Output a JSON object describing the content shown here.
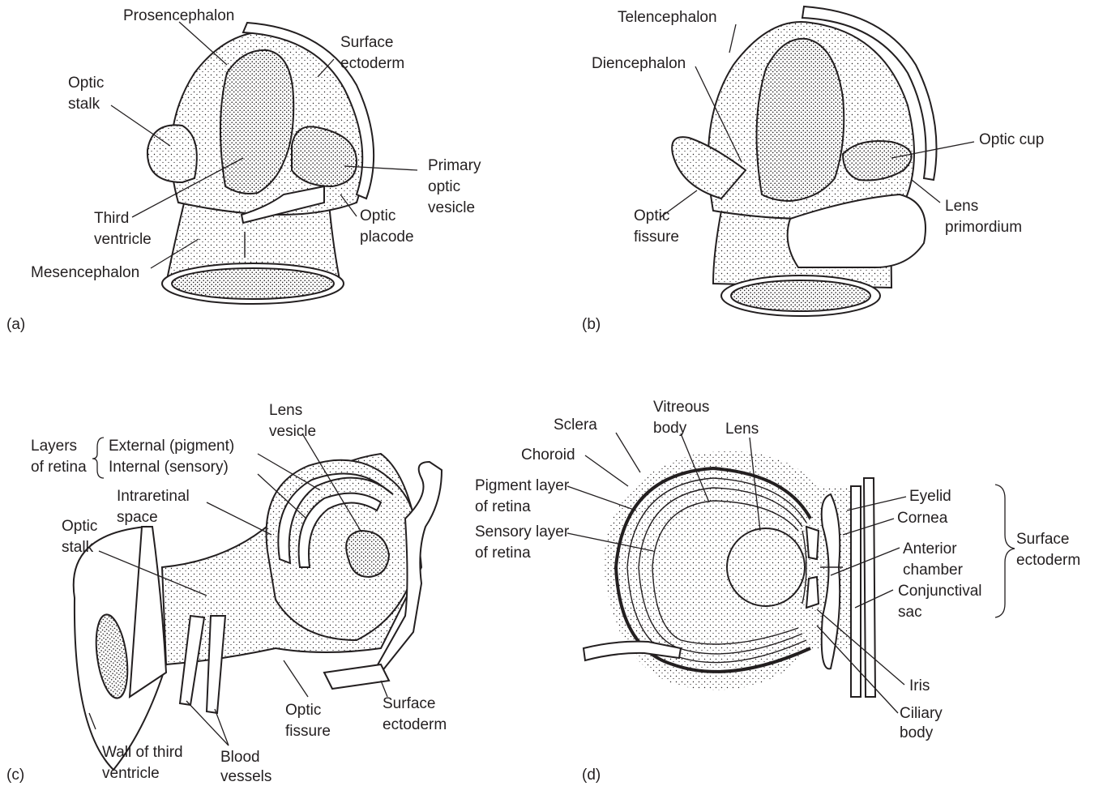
{
  "panels": {
    "a": {
      "letter": "(a)",
      "labels": {
        "prosencephalon": "Prosencephalon",
        "surface_ectoderm_1": "Surface",
        "surface_ectoderm_2": "ectoderm",
        "optic_stalk_1": "Optic",
        "optic_stalk_2": "stalk",
        "primary_optic_vesicle_1": "Primary",
        "primary_optic_vesicle_2": "optic",
        "primary_optic_vesicle_3": "vesicle",
        "third_ventricle_1": "Third",
        "third_ventricle_2": "ventricle",
        "optic_placode_1": "Optic",
        "optic_placode_2": "placode",
        "mesencephalon": "Mesencephalon"
      }
    },
    "b": {
      "letter": "(b)",
      "labels": {
        "telencephalon": "Telencephalon",
        "diencephalon": "Diencephalon",
        "optic_cup": "Optic cup",
        "lens_primordium_1": "Lens",
        "lens_primordium_2": "primordium",
        "optic_fissure_1": "Optic",
        "optic_fissure_2": "fissure"
      }
    },
    "c": {
      "letter": "(c)",
      "labels": {
        "lens_vesicle_1": "Lens",
        "lens_vesicle_2": "vesicle",
        "layers_of_retina_1": "Layers",
        "layers_of_retina_2": "of retina",
        "external_pigment": "External (pigment)",
        "internal_sensory": "Internal (sensory)",
        "intraretinal_space_1": "Intraretinal",
        "intraretinal_space_2": "space",
        "optic_stalk_1": "Optic",
        "optic_stalk_2": "stalk",
        "optic_fissure_1": "Optic",
        "optic_fissure_2": "fissure",
        "surface_ectoderm_1": "Surface",
        "surface_ectoderm_2": "ectoderm",
        "wall_third_ventricle_1": "Wall of third",
        "wall_third_ventricle_2": "ventricle",
        "blood_vessels_1": "Blood",
        "blood_vessels_2": "vessels"
      }
    },
    "d": {
      "letter": "(d)",
      "labels": {
        "vitreous_body_1": "Vitreous",
        "vitreous_body_2": "body",
        "sclera": "Sclera",
        "lens": "Lens",
        "choroid": "Choroid",
        "pigment_layer_1": "Pigment layer",
        "pigment_layer_2": "of retina",
        "sensory_layer_1": "Sensory layer",
        "sensory_layer_2": "of retina",
        "eyelid": "Eyelid",
        "cornea": "Cornea",
        "anterior_chamber_1": "Anterior",
        "anterior_chamber_2": "chamber",
        "conjunctival_sac_1": "Conjunctival",
        "conjunctival_sac_2": "sac",
        "surface_ectoderm_1": "Surface",
        "surface_ectoderm_2": "ectoderm",
        "iris": "Iris",
        "ciliary_body_1": "Ciliary",
        "ciliary_body_2": "body"
      }
    }
  }
}
